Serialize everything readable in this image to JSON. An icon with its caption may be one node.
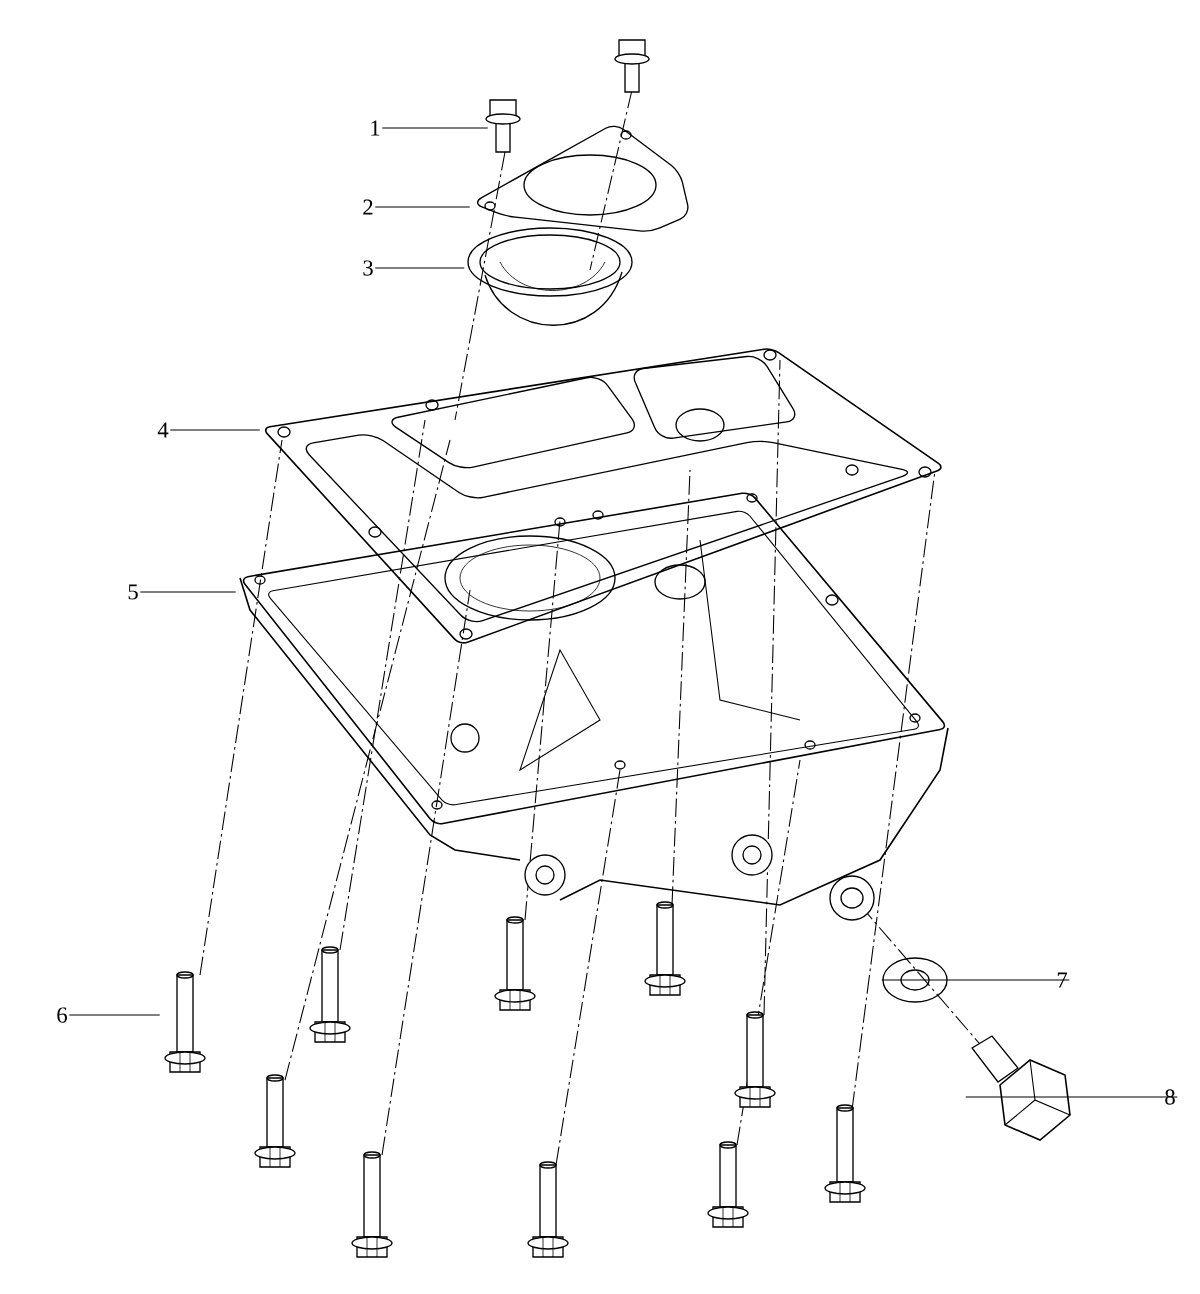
{
  "diagram": {
    "nodes": [
      {
        "text": [
          "1"
        ]
      },
      {
        "text": [
          "2"
        ]
      },
      {
        "text": [
          "3"
        ]
      },
      {
        "text": [
          "4"
        ]
      },
      {
        "text": [
          "5"
        ]
      },
      {
        "text": [
          "6"
        ]
      },
      {
        "text": [
          "7"
        ]
      },
      {
        "text": [
          "8"
        ]
      },
      {
        "text": [],
        "shape": "picture"
      },
      {
        "text": [],
        "shape": "picture"
      },
      {
        "text": [],
        "shape": "picture"
      },
      {
        "text": [],
        "shape": "picture"
      },
      {
        "text": [],
        "shape": "picture"
      },
      {
        "text": [],
        "shape": "picture"
      },
      {
        "text": [],
        "shape": "picture"
      },
      {
        "text": [],
        "shape": "picture"
      }
    ],
    "edges": [
      {
        "from": 0,
        "to": 8,
        "arrow": "none"
      },
      {
        "from": 1,
        "to": 9,
        "arrow": "none"
      },
      {
        "from": 2,
        "to": 10,
        "arrow": "none"
      },
      {
        "from": 3,
        "to": 11,
        "arrow": "none"
      },
      {
        "from": 4,
        "to": 12,
        "arrow": "none"
      },
      {
        "from": 5,
        "to": 13,
        "arrow": "none"
      },
      {
        "from": 6,
        "to": 14,
        "arrow": "none"
      },
      {
        "from": 7,
        "to": 15,
        "arrow": "none"
      }
    ]
  }
}
